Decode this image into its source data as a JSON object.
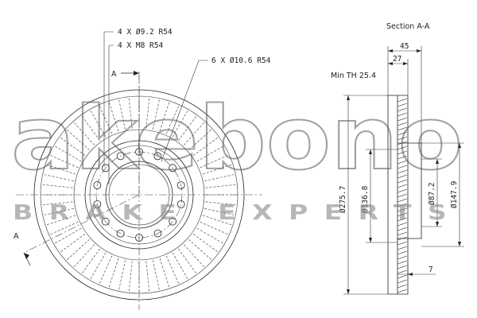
{
  "watermark": {
    "brand": "akebono",
    "tagline": "BRAKE EXPERTS"
  },
  "front_view": {
    "hole_callout_1": "4 X Ø9.2  R54",
    "hole_callout_2": "4 X M8  R54",
    "hole_callout_3": "6 X Ø10.6  R54",
    "section_marker_top": "A",
    "section_marker_bottom": "A"
  },
  "section_view": {
    "title": "Section A-A",
    "min_thickness": "Min TH 25.4",
    "dim_width": "45",
    "dim_hat_depth": "27",
    "dim_outer_dia": "Ø275.7",
    "dim_inner_dia": "Ø136.8",
    "dim_bore_dia": "Ø87.2",
    "dim_hub_dia": "Ø147.9",
    "dim_bottom": "7"
  },
  "colors": {
    "line": "#222222",
    "watermark": "#555555"
  }
}
